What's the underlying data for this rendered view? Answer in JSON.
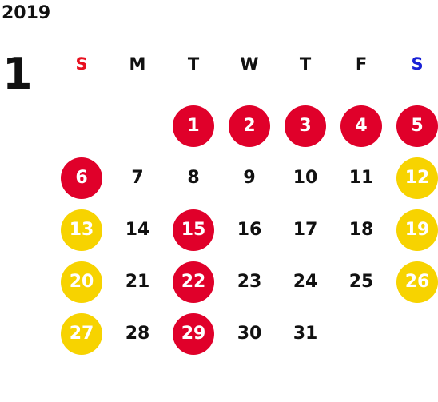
{
  "year": "2019",
  "month": "1",
  "colors": {
    "holiday": "#e0002a",
    "weekend": "#f7d300",
    "sunday_label": "#e8101f",
    "saturday_label": "#1a22d6",
    "weekday_label": "#111111"
  },
  "weekdays": [
    {
      "label": "S",
      "kind": "sunday"
    },
    {
      "label": "M",
      "kind": "weekday"
    },
    {
      "label": "T",
      "kind": "weekday"
    },
    {
      "label": "W",
      "kind": "weekday"
    },
    {
      "label": "T",
      "kind": "weekday"
    },
    {
      "label": "F",
      "kind": "weekday"
    },
    {
      "label": "S",
      "kind": "saturday"
    }
  ],
  "weeks": [
    [
      null,
      null,
      {
        "day": "1",
        "type": "holiday"
      },
      {
        "day": "2",
        "type": "holiday"
      },
      {
        "day": "3",
        "type": "holiday"
      },
      {
        "day": "4",
        "type": "holiday"
      },
      {
        "day": "5",
        "type": "holiday"
      }
    ],
    [
      {
        "day": "6",
        "type": "holiday"
      },
      {
        "day": "7",
        "type": "normal"
      },
      {
        "day": "8",
        "type": "normal"
      },
      {
        "day": "9",
        "type": "normal"
      },
      {
        "day": "10",
        "type": "normal"
      },
      {
        "day": "11",
        "type": "normal"
      },
      {
        "day": "12",
        "type": "weekend"
      }
    ],
    [
      {
        "day": "13",
        "type": "weekend"
      },
      {
        "day": "14",
        "type": "normal"
      },
      {
        "day": "15",
        "type": "holiday"
      },
      {
        "day": "16",
        "type": "normal"
      },
      {
        "day": "17",
        "type": "normal"
      },
      {
        "day": "18",
        "type": "normal"
      },
      {
        "day": "19",
        "type": "weekend"
      }
    ],
    [
      {
        "day": "20",
        "type": "weekend"
      },
      {
        "day": "21",
        "type": "normal"
      },
      {
        "day": "22",
        "type": "holiday"
      },
      {
        "day": "23",
        "type": "normal"
      },
      {
        "day": "24",
        "type": "normal"
      },
      {
        "day": "25",
        "type": "normal"
      },
      {
        "day": "26",
        "type": "weekend"
      }
    ],
    [
      {
        "day": "27",
        "type": "weekend"
      },
      {
        "day": "28",
        "type": "normal"
      },
      {
        "day": "29",
        "type": "holiday"
      },
      {
        "day": "30",
        "type": "normal"
      },
      {
        "day": "31",
        "type": "normal"
      },
      null,
      null
    ]
  ]
}
